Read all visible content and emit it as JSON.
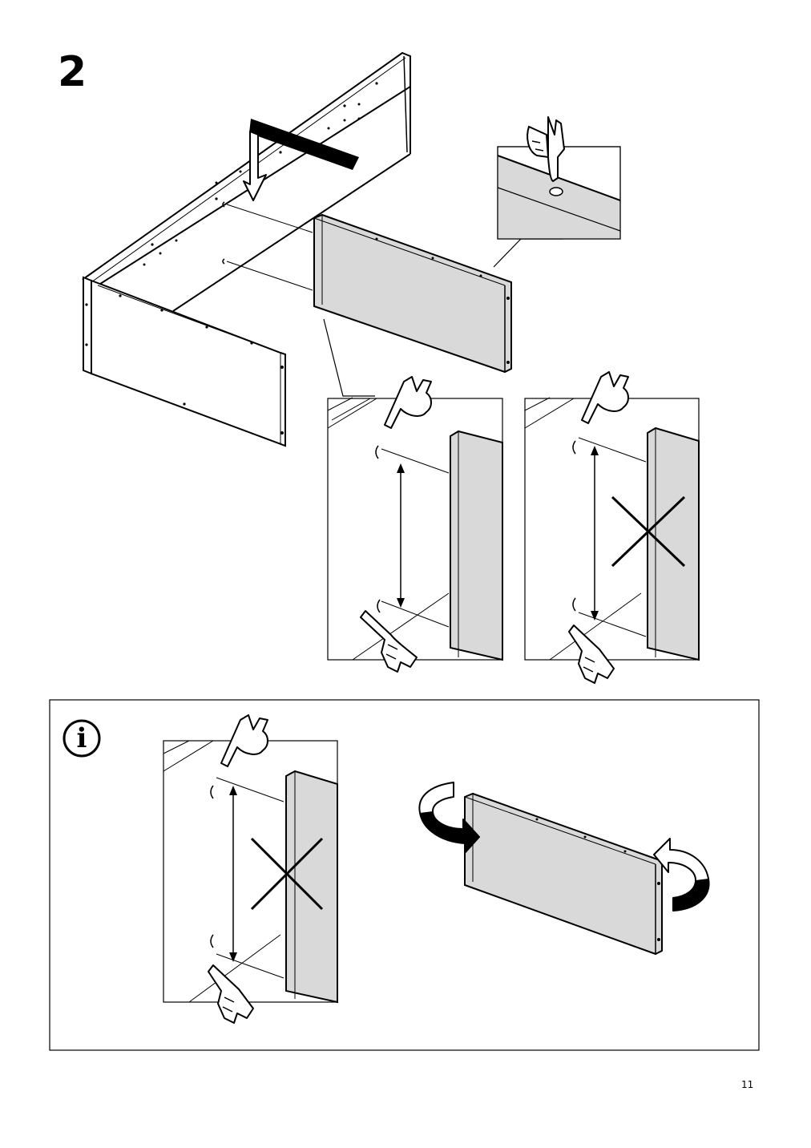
{
  "step": {
    "number": "2"
  },
  "info_box": {
    "icon_letter": "i"
  },
  "footer": {
    "page_number": "11"
  },
  "icons": [
    "info-icon",
    "pointing-hand-icon",
    "down-arrow-icon",
    "rotate-arrow-icon",
    "cross-mark-icon"
  ],
  "colors": {
    "panel_fill": "#d9d9d9",
    "line": "#000000",
    "background": "#ffffff"
  }
}
